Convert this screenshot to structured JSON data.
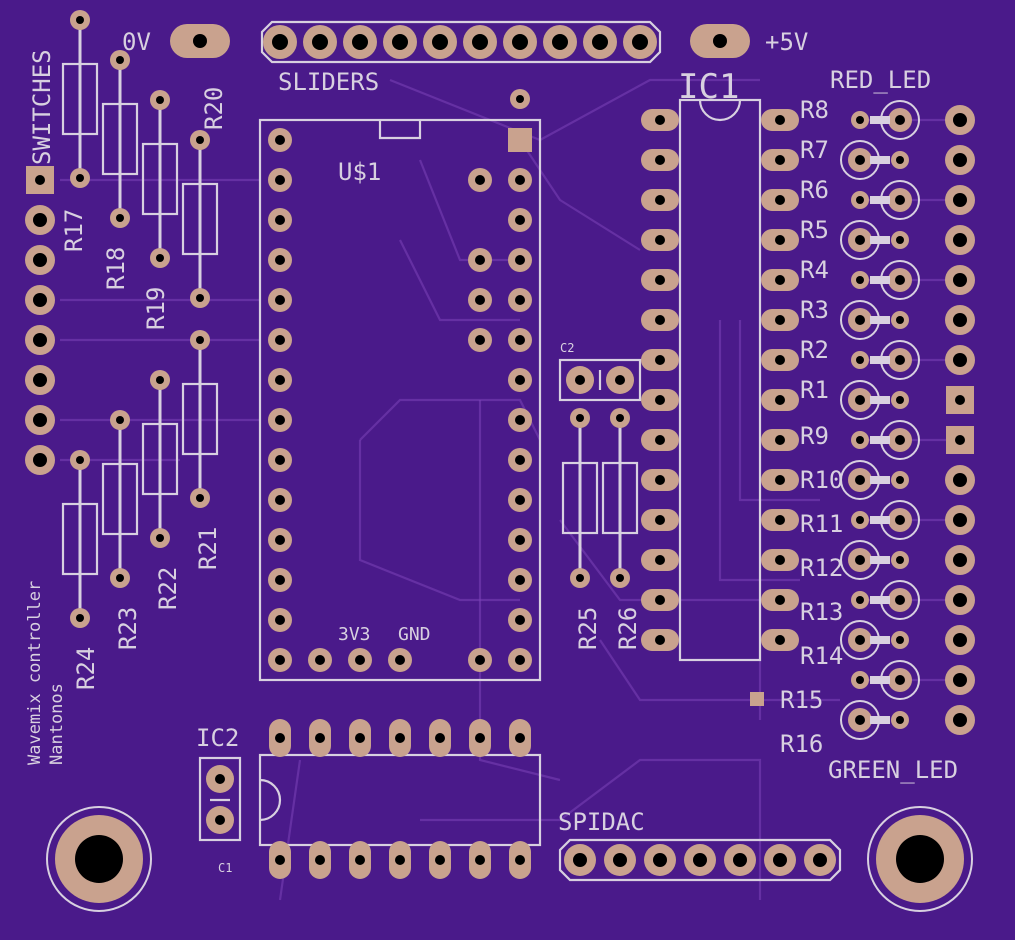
{
  "board": {
    "colors": {
      "substrate": "#4a1a8a",
      "silkscreen": "#d8d0e0",
      "copper": "#c9a28e",
      "trace": "#7c44b8"
    }
  },
  "labels": {
    "zero_v": "0V",
    "plus_5v": "+5V",
    "sliders": "SLIDERS",
    "ic1": "IC1",
    "ic2": "IC2",
    "u1": "U$1",
    "red_led": "RED_LED",
    "green_led": "GREEN_LED",
    "switches": "SWITCHES",
    "c1": "C1",
    "c2": "C2",
    "spidac": "SPIDAC",
    "v33": "3V3",
    "gnd": "GND",
    "credit_line1": "Wavemix controller",
    "credit_line2": "Nantonos"
  },
  "resistors_right": [
    "R8",
    "R7",
    "R6",
    "R5",
    "R4",
    "R3",
    "R2",
    "R1",
    "R9",
    "R10",
    "R11",
    "R12",
    "R13",
    "R14",
    "R15",
    "R16"
  ],
  "resistors_left": [
    "R17",
    "R18",
    "R19",
    "R20",
    "R21",
    "R22",
    "R23",
    "R24"
  ],
  "resistors_mid": [
    "R25",
    "R26"
  ]
}
